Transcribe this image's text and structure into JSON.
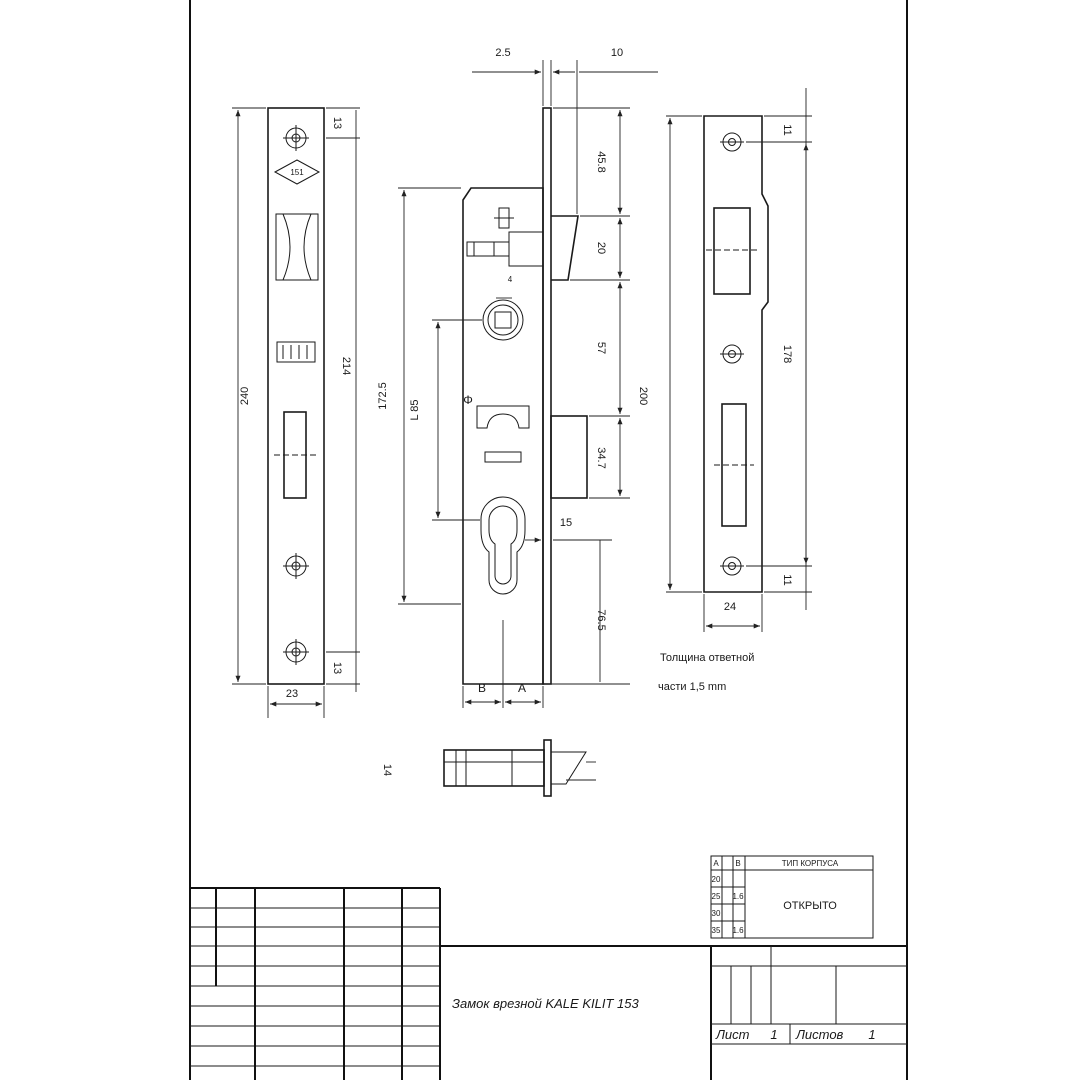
{
  "dimensions": {
    "d_2_5": "2.5",
    "d_10": "10",
    "d_13_top": "13",
    "d_13_bottom": "13",
    "d_240": "240",
    "d_214": "214",
    "d_23": "23",
    "d_172_5": "172.5",
    "d_l85": "L 85",
    "d_45_8": "45.8",
    "d_20": "20",
    "d_57": "57",
    "d_200": "200",
    "d_34_7": "34.7",
    "d_15": "15",
    "d_76_5": "76.5",
    "d_11_top": "11",
    "d_11_bottom": "11",
    "d_178": "178",
    "d_24": "24",
    "d_14": "14",
    "d_4": "4",
    "d_b": "B",
    "d_a": "A",
    "phi": "Φ",
    "logo_text": "151"
  },
  "note": {
    "line1": "Толщина ответной",
    "line2": "части 1,5 mm"
  },
  "variant_table": {
    "col_a": "A",
    "col_b": "B",
    "header": "ТИП КОРПУСА",
    "rows": [
      {
        "a": "20",
        "b": ""
      },
      {
        "a": "25",
        "b": "1.6"
      },
      {
        "a": "30",
        "b": ""
      },
      {
        "a": "35",
        "b": "1.6"
      }
    ],
    "value": "ОТКРЫТО"
  },
  "title_block": {
    "title": "Замок врезной KALE KILIT 153",
    "sheet_label": "Лист",
    "sheet_value": "1",
    "sheets_label": "Листов",
    "sheets_value": "1"
  }
}
